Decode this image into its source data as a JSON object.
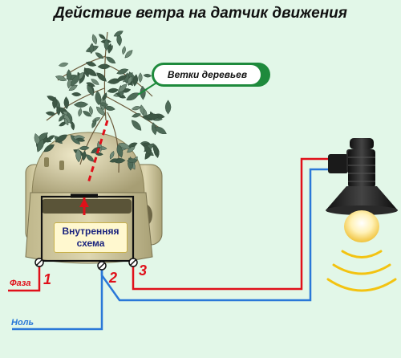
{
  "title": "Действие ветра на датчик движения",
  "callout": {
    "text": "Ветки деревьев"
  },
  "circuit": {
    "line1": "Внутренняя",
    "line2": "схема"
  },
  "terminals": [
    "1",
    "2",
    "3"
  ],
  "wires": {
    "phase": "Фаза",
    "neutral": "Ноль"
  },
  "colors": {
    "background": "#e2f7e8",
    "phase_wire": "#e0101a",
    "neutral_wire": "#2a78d8",
    "callout_border": "#1e8a3c",
    "leaf": "#4e6b58",
    "sensor_body": "#d4cca2"
  }
}
